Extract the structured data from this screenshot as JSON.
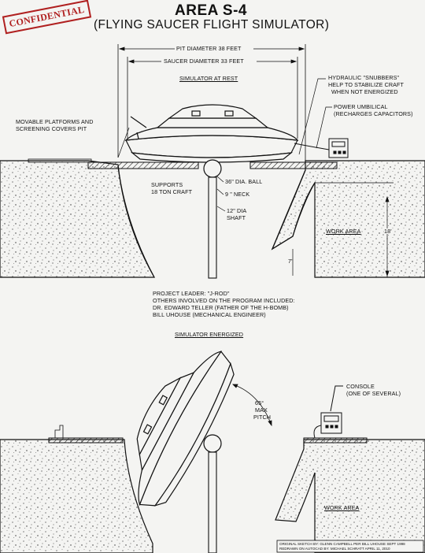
{
  "stamp": "CONFIDENTIAL",
  "title": "AREA S-4",
  "subtitle": "(FLYING SAUCER FLIGHT SIMULATOR)",
  "labels": {
    "pit_diameter": "PIT DIAMETER 38 FEET",
    "saucer_diameter": "SAUCER DIAMETER 33 FEET",
    "simulator_at_rest": "SIMULATOR AT REST",
    "snubbers_1": "HYDRAULIC \"SNUBBERS\"",
    "snubbers_2": "HELP TO STABILIZE CRAFT",
    "snubbers_3": "WHEN NOT ENERGIZED",
    "umbilical_1": "POWER UMBILICAL",
    "umbilical_2": "(RECHARGES CAPACITORS)",
    "platforms_1": "MOVABLE PLATFORMS AND",
    "platforms_2": "SCREENING COVERS PIT",
    "supports_1": "SUPPORTS",
    "supports_2": "18 TON CRAFT",
    "ball": "36\" DIA. BALL",
    "neck": "9 \" NECK",
    "shaft_1": "12\" DIA",
    "shaft_2": "SHAFT",
    "work_area_top": "WORK AREA",
    "depth": "18'",
    "small_dim": "7'",
    "project_1": "PROJECT LEADER: \"J-ROD\"",
    "project_2": "OTHERS INVOLVED ON THE PROGRAM INCLUDED:",
    "project_3": "DR. EDWARD TELLER (FATHER OF THE H-BOMB)",
    "project_4": "BILL UHOUSE (MECHANICAL ENGINEER)",
    "simulator_energized": "SIMULATOR ENERGIZED",
    "pitch_1": "65°",
    "pitch_2": "MAX",
    "pitch_3": "PITCH",
    "console_1": "CONSOLE",
    "console_2": "(ONE OF SEVERAL)",
    "work_area_bottom": "WORK AREA",
    "credit_1": "ORIGINAL SKETCH BY: GLENN CAMPBELL PER BILL UHOUSE SEPT 1998",
    "credit_2": "REDRAWN ON AUTOCAD BY: MICHAEL SCHRATT APRIL 11, 2010"
  },
  "colors": {
    "ink": "#111111",
    "stamp": "#b02020",
    "paper": "#f4f4f2",
    "hatch": "#222222"
  }
}
